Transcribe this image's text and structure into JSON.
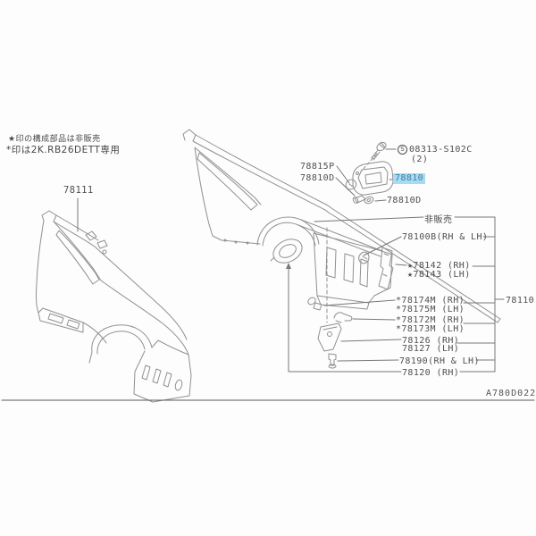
{
  "colors": {
    "highlight_bg": "#a7daf3",
    "highlight_text": "#40809f",
    "drawing_line": "#909090",
    "leader_line": "#787878",
    "text": "#4f4f4f"
  },
  "notes": {
    "star_note": "★印の構成部品は非販売",
    "asterisk_note": "*印は2K.RB26DETT専用"
  },
  "diagram_code": "A780D022",
  "fastener": {
    "prefix": "S",
    "number": "08313-S102C",
    "qty": "(2)"
  },
  "parts": {
    "outer_panel_view": "78111",
    "opener_spring": "78815P",
    "opener_bumper_a": "78810D",
    "lid_opener_selected": "78810",
    "opener_bumper_b": "78810D",
    "not_sold": "非販売",
    "body_shell": "78100B(RH & LH)",
    "reinforce_rh": "★78142 (RH)",
    "reinforce_lh": "★78143 (LH)",
    "bracket1_rh": "*78174M (RH)",
    "bracket1_lh": "*78175M (LH)",
    "bracket2_rh": "*78172M (RH)",
    "bracket2_lh": "*78173M (LH)",
    "gusset_rh": "78126 (RH)",
    "gusset_lh": "78127 (LH)",
    "clip": "78190(RH & LH)",
    "quarter_outer": "78120 (RH)",
    "panel_assy": "78110"
  }
}
